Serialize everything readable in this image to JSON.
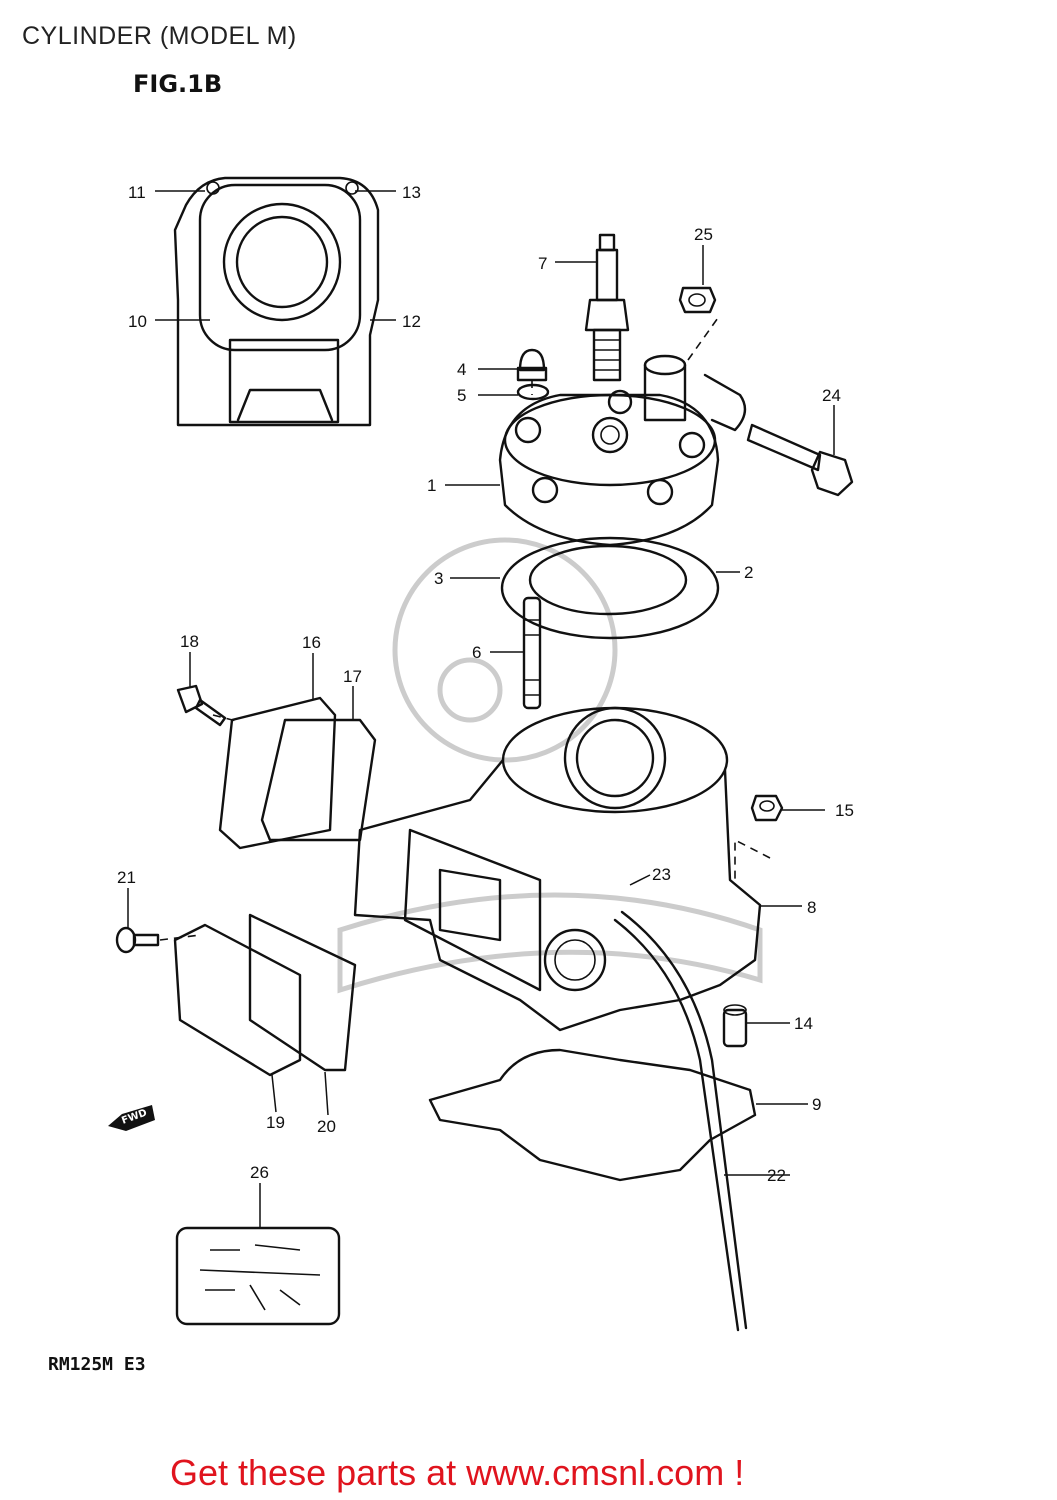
{
  "header": {
    "title": "CYLINDER (MODEL M)",
    "figure": "FIG.1B"
  },
  "diagram": {
    "callouts": [
      "1",
      "2",
      "3",
      "4",
      "5",
      "6",
      "7",
      "8",
      "9",
      "10",
      "11",
      "12",
      "13",
      "14",
      "15",
      "16",
      "17",
      "18",
      "19",
      "20",
      "21",
      "22",
      "23",
      "24",
      "25",
      "26"
    ],
    "fwd_label": "FWD"
  },
  "footer": {
    "model_code": "RM125M E3",
    "promo": "Get these parts at www.cmsnl.com !"
  }
}
